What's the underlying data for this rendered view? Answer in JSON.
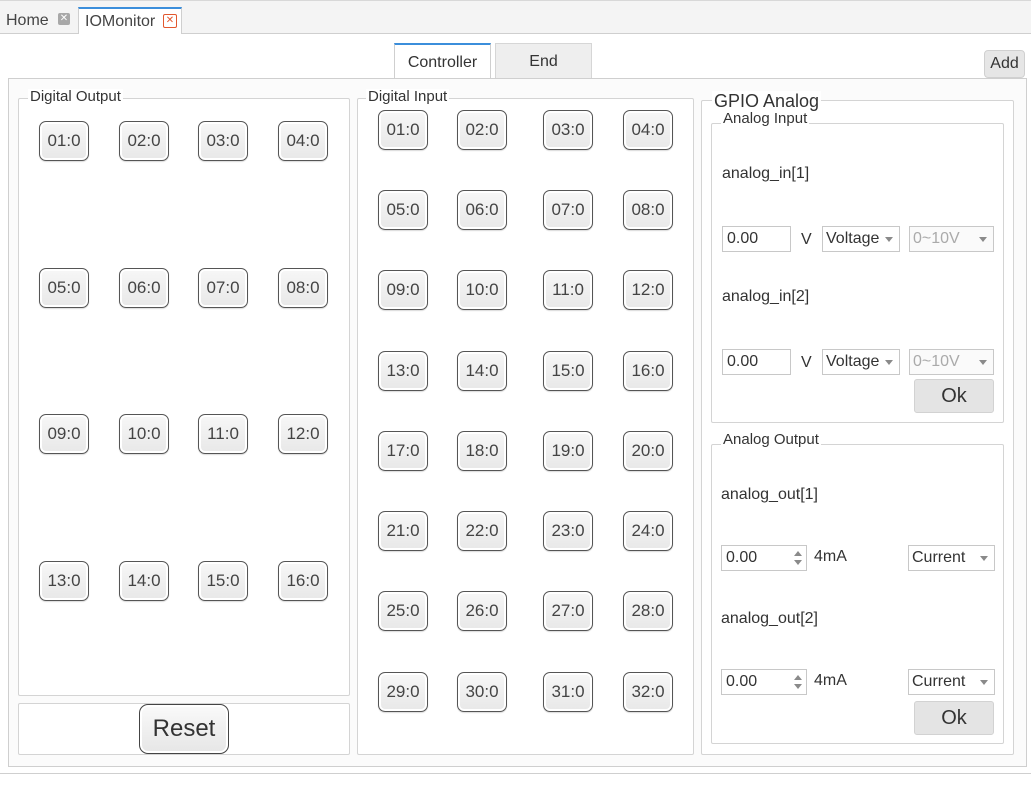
{
  "tabs": {
    "home": "Home",
    "iomonitor": "IOMonitor"
  },
  "content_tabs": {
    "controller": "Controller",
    "end": "End",
    "add": "Add"
  },
  "digital_output": {
    "title": "Digital Output",
    "buttons": [
      "01:0",
      "02:0",
      "03:0",
      "04:0",
      "05:0",
      "06:0",
      "07:0",
      "08:0",
      "09:0",
      "10:0",
      "11:0",
      "12:0",
      "13:0",
      "14:0",
      "15:0",
      "16:0"
    ],
    "reset": "Reset"
  },
  "digital_input": {
    "title": "Digital Input",
    "buttons": [
      "01:0",
      "02:0",
      "03:0",
      "04:0",
      "05:0",
      "06:0",
      "07:0",
      "08:0",
      "09:0",
      "10:0",
      "11:0",
      "12:0",
      "13:0",
      "14:0",
      "15:0",
      "16:0",
      "17:0",
      "18:0",
      "19:0",
      "20:0",
      "21:0",
      "22:0",
      "23:0",
      "24:0",
      "25:0",
      "26:0",
      "27:0",
      "28:0",
      "29:0",
      "30:0",
      "31:0",
      "32:0"
    ]
  },
  "gpio": {
    "title": "GPIO Analog",
    "analog_input": {
      "title": "Analog Input",
      "channels": [
        {
          "label": "analog_in[1]",
          "value": "0.00",
          "unit": "V",
          "mode": "Voltage",
          "range": "0~10V"
        },
        {
          "label": "analog_in[2]",
          "value": "0.00",
          "unit": "V",
          "mode": "Voltage",
          "range": "0~10V"
        }
      ],
      "ok": "Ok"
    },
    "analog_output": {
      "title": "Analog Output",
      "channels": [
        {
          "label": "analog_out[1]",
          "value": "0.00",
          "unit": "4mA",
          "mode": "Current"
        },
        {
          "label": "analog_out[2]",
          "value": "0.00",
          "unit": "4mA",
          "mode": "Current"
        }
      ],
      "ok": "Ok"
    }
  },
  "colors": {
    "accent": "#3b8edb",
    "close_red": "#e2572e",
    "border": "#cfcfcf"
  }
}
